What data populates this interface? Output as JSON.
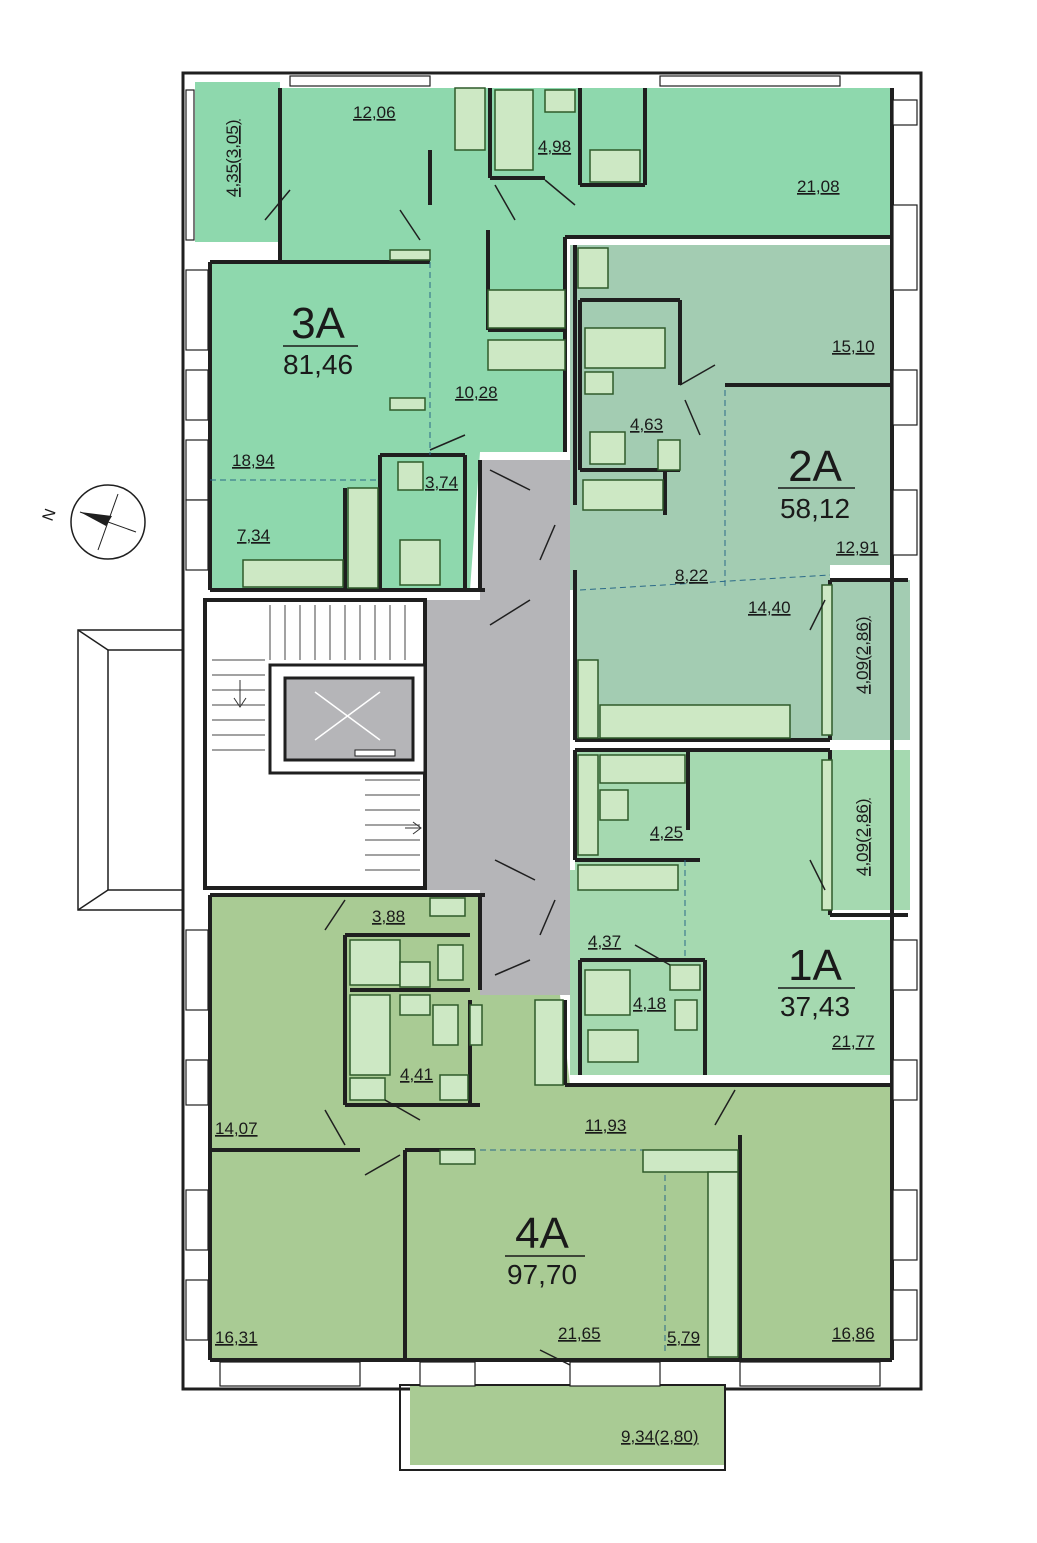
{
  "colors": {
    "apt_3A": "#8ed8ad",
    "apt_2A": "#a3ccb2",
    "apt_1A": "#a5d9b0",
    "apt_4A": "#a9cb94",
    "corridor": "#b5b5b8",
    "stairwell": "#ffffff",
    "wall": "#1f1f1f",
    "fixture": "#cde8c4",
    "fixture_stroke": "#2f5a2a"
  },
  "compass": {
    "north_label": "N",
    "icon": "compass-icon"
  },
  "apartments": {
    "a3": {
      "name": "3A",
      "total": "81,46"
    },
    "a2": {
      "name": "2A",
      "total": "58,12"
    },
    "a1": {
      "name": "1A",
      "total": "37,43"
    },
    "a4": {
      "name": "4A",
      "total": "97,70"
    }
  },
  "rooms": {
    "r_12_06": "12,06",
    "r_4_98": "4,98",
    "r_21_08": "21,08",
    "r_balcony_3a": "4,35(3,05)",
    "r_10_28": "10,28",
    "r_18_94": "18,94",
    "r_3_74": "3,74",
    "r_7_34": "7,34",
    "r_15_10": "15,10",
    "r_4_63": "4,63",
    "r_8_22": "8,22",
    "r_12_91": "12,91",
    "r_14_40": "14,40",
    "r_balcony_2a": "4,09(2,86)",
    "r_balcony_1a": "4,09(2,86)",
    "r_4_25": "4,25",
    "r_4_37": "4,37",
    "r_4_18": "4,18",
    "r_21_77": "21,77",
    "r_3_88": "3,88",
    "r_4_41": "4,41",
    "r_14_07": "14,07",
    "r_11_93": "11,93",
    "r_16_31": "16,31",
    "r_21_65": "21,65",
    "r_5_79": "5,79",
    "r_16_86": "16,86",
    "r_balcony_4a": "9,34(2,80)"
  }
}
